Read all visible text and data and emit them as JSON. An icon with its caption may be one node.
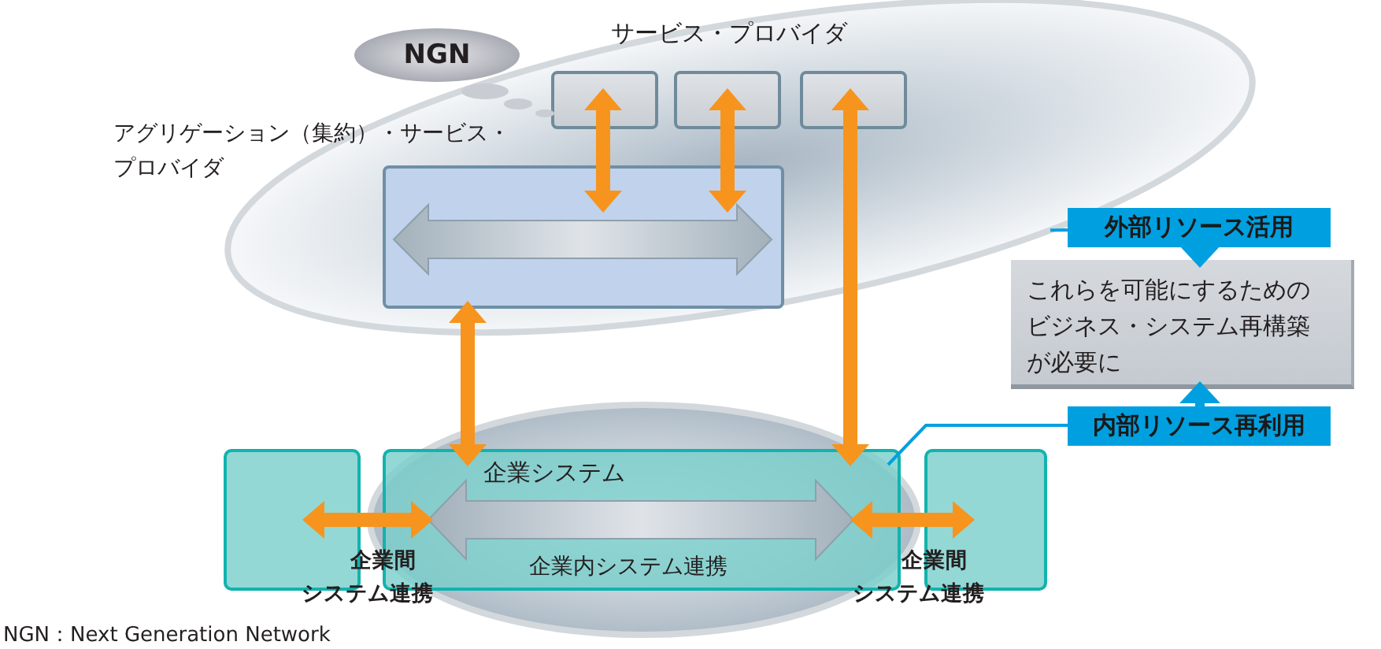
{
  "diagram": {
    "caption": "NGN：Next Generation Network",
    "nodes": [
      {
        "text": [],
        "shape": "ellipse"
      },
      {
        "text": [
          "NGN"
        ],
        "in": 0
      },
      {
        "text": [],
        "shape": "box",
        "in": 0
      },
      {
        "text": [],
        "shape": "box",
        "in": 0
      },
      {
        "text": [],
        "shape": "box",
        "in": 0
      },
      {
        "text": [],
        "shape": "box",
        "in": 0
      },
      {
        "text": [],
        "shape": "box"
      },
      {
        "text": [
          "企業システム"
        ]
      },
      {
        "text": [],
        "shape": "box"
      },
      {
        "text": [
          "外部リソース活用"
        ]
      },
      {
        "text": [
          "これらを可能にするためのビジネス・システム再構築が必要に"
        ]
      },
      {
        "text": [
          "内部リソース再利用"
        ]
      }
    ],
    "edges": [
      {
        "from": 5,
        "to": 2,
        "arrow": "both"
      },
      {
        "from": 5,
        "to": 3,
        "arrow": "both"
      },
      {
        "from": 4,
        "to": 7,
        "arrow": "both"
      },
      {
        "from": 5,
        "to": 7,
        "arrow": "both"
      },
      {
        "from": 6,
        "to": 7,
        "arrow": "both",
        "label": "企業間システム連携"
      },
      {
        "from": 7,
        "to": 8,
        "arrow": "both",
        "label": "企業間システム連携"
      },
      {
        "from": 9,
        "to": 0,
        "arrow": "none",
        "color": "#00a0e0"
      },
      {
        "from": 11,
        "to": 7,
        "arrow": "none",
        "color": "#00a0e0"
      },
      {
        "from": 9,
        "to": 10,
        "arrow": "to",
        "color": "#00a0e0"
      },
      {
        "from": 11,
        "to": 10,
        "arrow": "to",
        "color": "#00a0e0"
      }
    ],
    "labels": [
      "サービス・プロバイダ",
      "アグリゲーション（集約）・サービス・プロバイダ",
      "企業内システム連携"
    ]
  }
}
